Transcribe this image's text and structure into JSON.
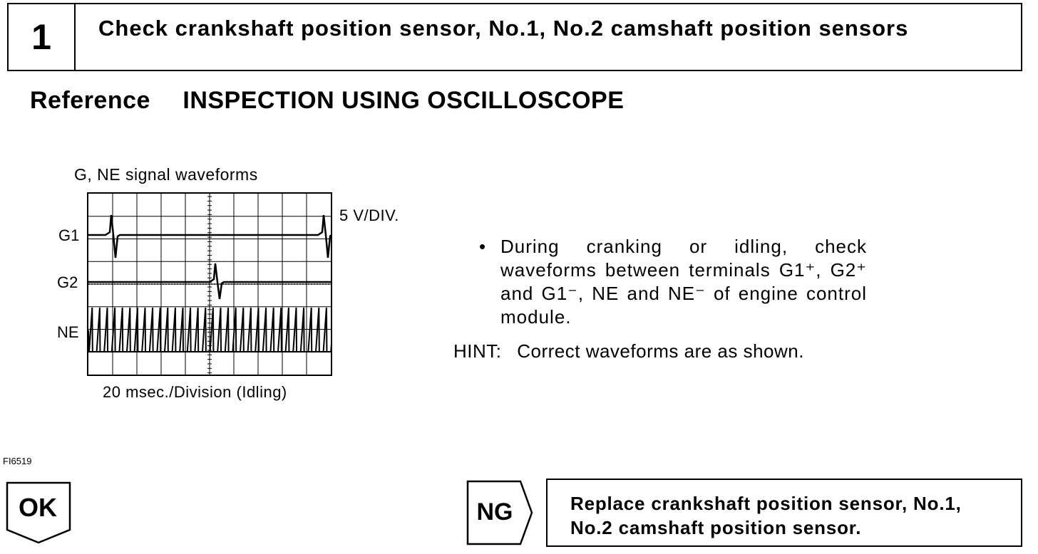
{
  "step": {
    "number": "1",
    "title": "Check crankshaft position sensor, No.1, No.2 camshaft position sensors"
  },
  "reference": {
    "label": "Reference",
    "title": "INSPECTION USING OSCILLOSCOPE"
  },
  "waveform": {
    "title": "G, NE signal waveforms",
    "signals": [
      "G1",
      "G2",
      "NE"
    ],
    "voltage_scale": "5 V/DIV.",
    "time_scale": "20 msec./Division (Idling)"
  },
  "instructions": {
    "bullet": "•",
    "text_html": "During cranking or idling, check waveforms between terminals G1⁺, G2⁺ and G1⁻, NE and NE⁻ of engine control module.",
    "hint_label": "HINT:",
    "hint_text": "Correct waveforms are as shown."
  },
  "figure_id": "FI6519",
  "result_ok": {
    "label": "OK"
  },
  "result_ng": {
    "label": "NG",
    "action_line1": "Replace crankshaft position sensor, No.1,",
    "action_line2": "No.2 camshaft position sensor."
  }
}
